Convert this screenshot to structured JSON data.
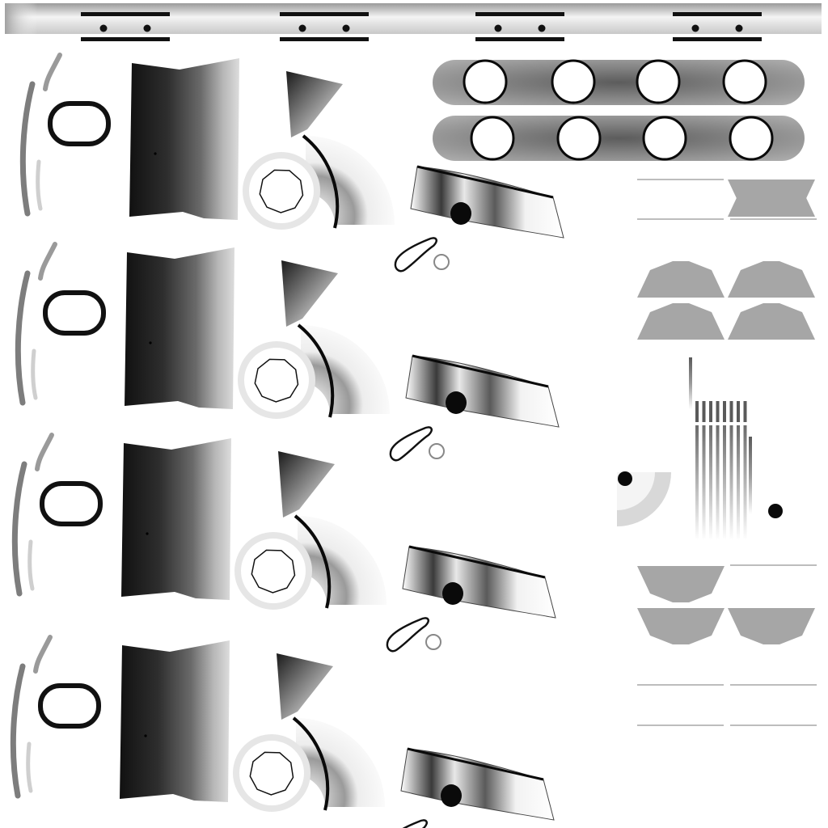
{
  "image": {
    "kind": "texture-atlas",
    "background": "#ffffff",
    "palette": {
      "ink": "#0a0a0a",
      "dark_gray": "#2a2a2a",
      "mid_gray": "#9c9c9c",
      "light_gray": "#cfcfcf",
      "halo": "#e6e6e6",
      "white": "#ffffff"
    },
    "groups": [
      {
        "name": "top-rail-strip",
        "connector_count": 4
      },
      {
        "name": "perforated-band-strip",
        "hole_count": 8
      },
      {
        "name": "part-set-row",
        "count": 4
      },
      {
        "name": "half-disc-grid",
        "tile_count": 16
      },
      {
        "name": "gauge-and-swatch-cluster",
        "bar_count": 8
      }
    ]
  }
}
